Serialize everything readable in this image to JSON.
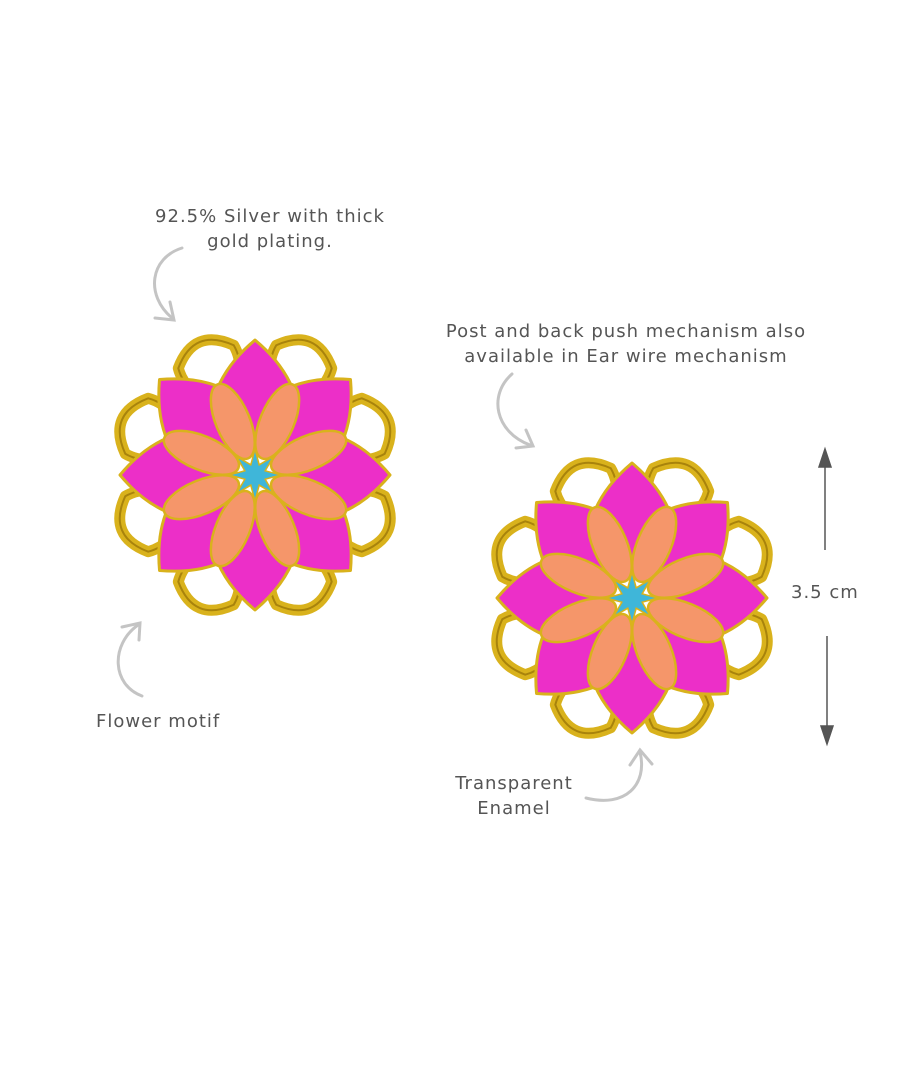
{
  "annotations": {
    "material": [
      "92.5% Silver with thick",
      "gold plating."
    ],
    "mechanism": [
      "Post and back push mechanism also",
      "available in Ear wire mechanism"
    ],
    "motif": "Flower motif",
    "enamel": [
      "Transparent",
      "Enamel"
    ],
    "size": "3.5 cm"
  },
  "colors": {
    "gold": "#d9b21c",
    "gold_dark": "#a8830c",
    "pink": "#ec2fc8",
    "peach": "#f5966a",
    "turquoise": "#3fb6d9",
    "text": "#555555",
    "arrow": "#bdbdbd"
  }
}
